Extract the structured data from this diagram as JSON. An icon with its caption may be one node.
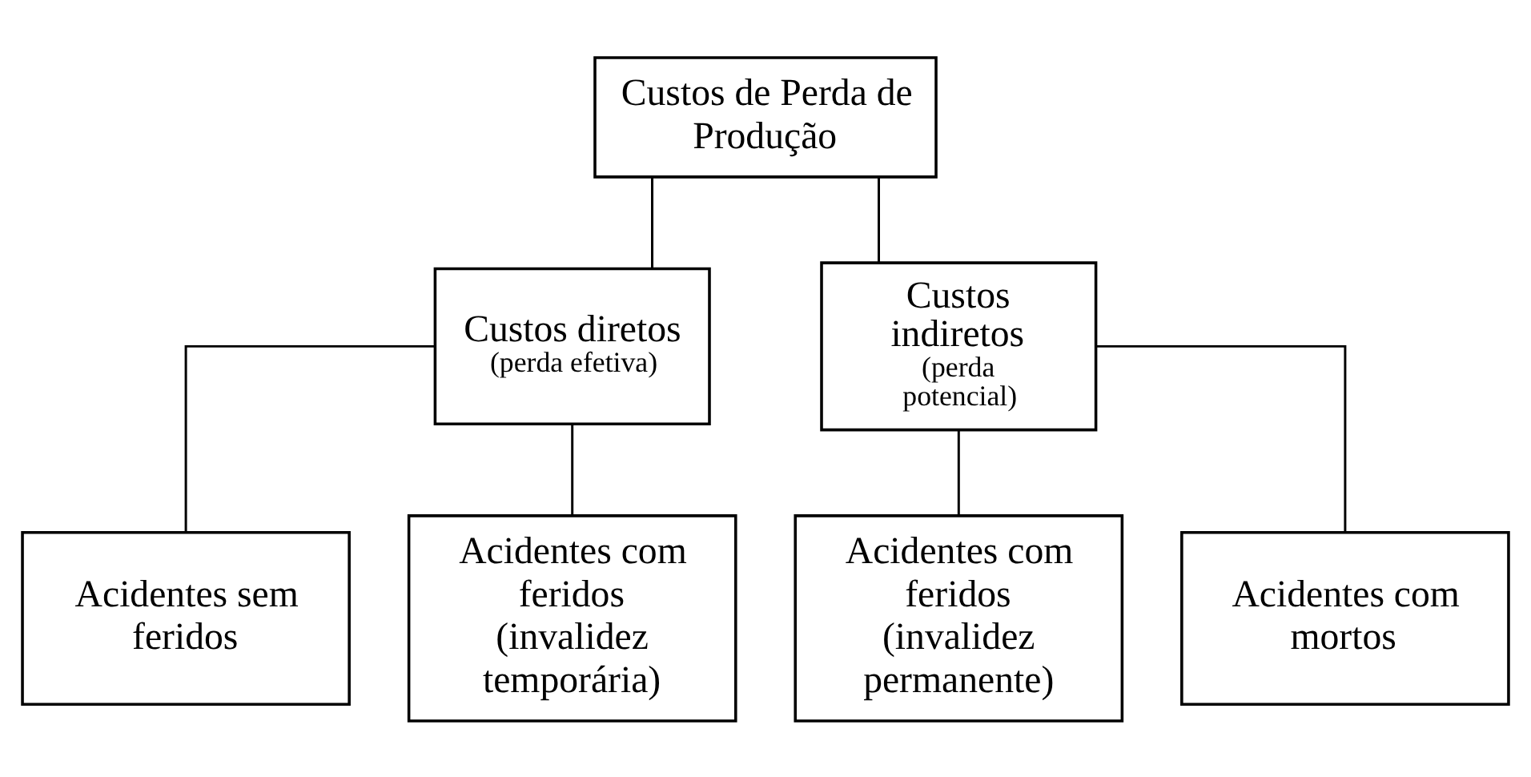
{
  "diagram": {
    "nodes": [
      {
        "text": [
          "Custos de Perda de Produção"
        ]
      },
      {
        "text": [
          "Custos diretos",
          "(perda efetiva)"
        ]
      },
      {
        "text": [
          "Custos indiretos",
          "(perda potencial)"
        ]
      },
      {
        "text": [
          "Acidentes sem feridos"
        ]
      },
      {
        "text": [
          "Acidentes com feridos (invalidez temporária)"
        ]
      },
      {
        "text": [
          "Acidentes com feridos (invalidez permanente)"
        ]
      },
      {
        "text": [
          "Acidentes com mortos"
        ]
      }
    ],
    "edges": [
      {
        "from": 0,
        "to": 1,
        "arrow": "none"
      },
      {
        "from": 0,
        "to": 2,
        "arrow": "none"
      },
      {
        "from": 1,
        "to": 3,
        "arrow": "none"
      },
      {
        "from": 1,
        "to": 4,
        "arrow": "none"
      },
      {
        "from": 2,
        "to": 5,
        "arrow": "none"
      },
      {
        "from": 2,
        "to": 6,
        "arrow": "none"
      }
    ]
  }
}
